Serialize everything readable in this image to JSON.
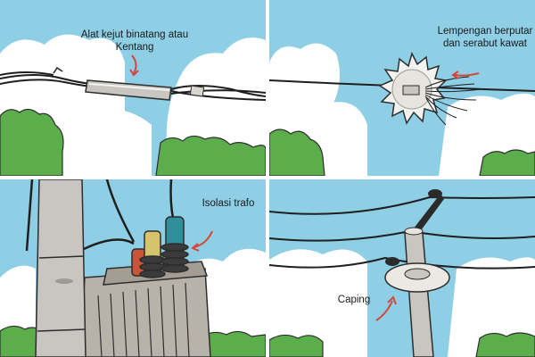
{
  "panels": [
    {
      "id": "animal-shock-device",
      "caption": "Alat kejut binatang atau Kentang"
    },
    {
      "id": "spinning-plate",
      "caption": "Lempengan berputar dan serabut kawat"
    },
    {
      "id": "transformer-insulation",
      "caption": "Isolasi trafo"
    },
    {
      "id": "pole-cap",
      "caption": "Caping"
    }
  ],
  "colors": {
    "sky": "#8ecfe6",
    "cloud": "#ffffff",
    "tree": "#5cae4c",
    "pole": "#c9c6c2",
    "wire": "#1f1f1f",
    "arrow": "#d6453a",
    "insulator_red": "#c8553a",
    "insulator_yellow": "#d7c36b",
    "insulator_teal": "#2f8f9a"
  }
}
